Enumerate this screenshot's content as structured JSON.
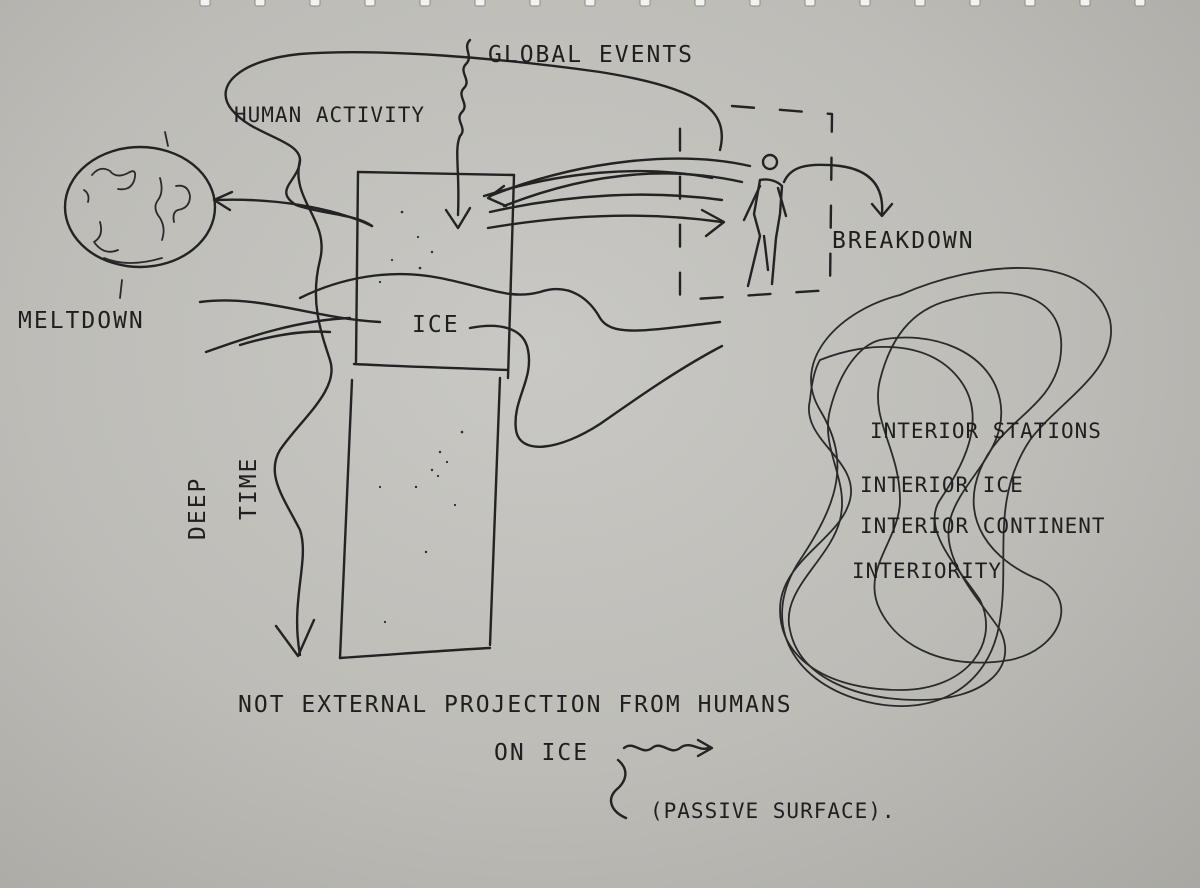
{
  "labels": {
    "global_events": "GLOBAL EVENTS",
    "human_activity": "HUMAN ACTIVITY",
    "breakdown": "BREAKDOWN",
    "meltdown": "MELTDOWN",
    "ice": "ICE",
    "deep": "DEEP",
    "time": "TIME",
    "interior_stations": "INTERIOR STATIONS",
    "interior_ice": "INTERIOR ICE",
    "interior_continent": "INTERIOR CONTINENT",
    "interiority": "INTERIORITY",
    "note_line1": "NOT EXTERNAL PROJECTION FROM HUMANS",
    "note_line2": "ON ICE",
    "note_line3": "(PASSIVE SURFACE)."
  }
}
